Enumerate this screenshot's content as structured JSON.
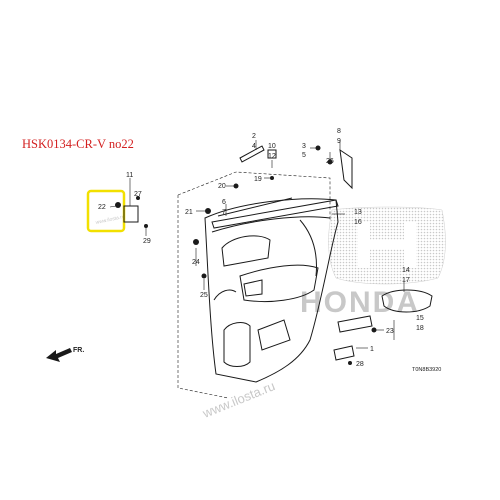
{
  "title": "HSK0134-CR-V no22",
  "diagram_code": "T0N8B3920",
  "front_label": "FR.",
  "watermark_url": "www.ilosta.ru",
  "watermark_brand": "HONDA",
  "highlight_color": "#f2e000",
  "title_color": "#d31f1f",
  "part_numbers": [
    "1",
    "2",
    "3",
    "4",
    "5",
    "6",
    "7",
    "8",
    "9",
    "10",
    "11",
    "12",
    "13",
    "14",
    "15",
    "16",
    "17",
    "18",
    "19",
    "20",
    "21",
    "22",
    "23",
    "24",
    "25",
    "26",
    "27",
    "28",
    "29"
  ]
}
